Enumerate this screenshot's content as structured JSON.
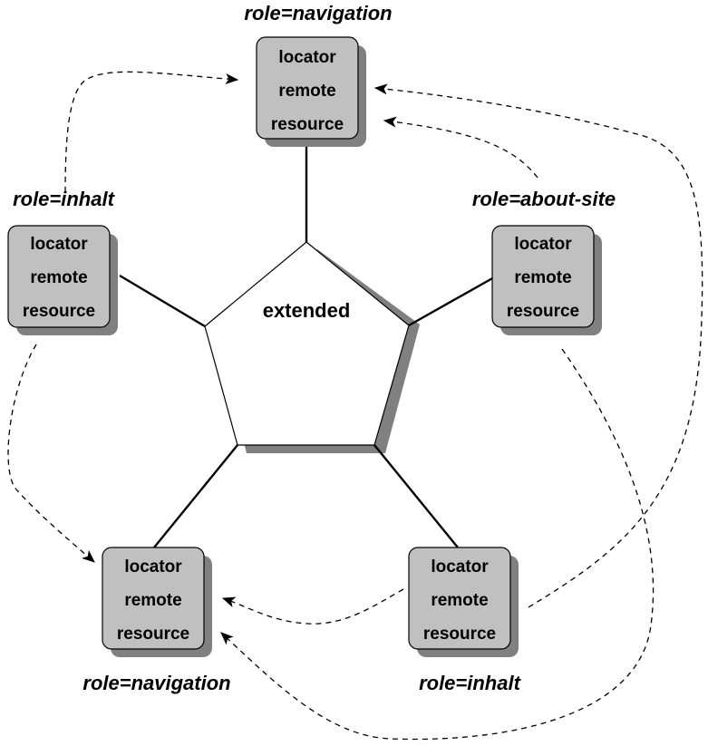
{
  "center": {
    "label": "extended"
  },
  "resources": [
    {
      "id": "top",
      "role": "role=navigation",
      "lines": [
        "locator",
        "remote",
        "resource"
      ]
    },
    {
      "id": "left",
      "role": "role=inhalt",
      "lines": [
        "locator",
        "remote",
        "resource"
      ]
    },
    {
      "id": "right",
      "role": "role=about-site",
      "lines": [
        "locator",
        "remote",
        "resource"
      ]
    },
    {
      "id": "bottom-left",
      "role": "role=navigation",
      "lines": [
        "locator",
        "remote",
        "resource"
      ]
    },
    {
      "id": "bottom-right",
      "role": "role=inhalt",
      "lines": [
        "locator",
        "remote",
        "resource"
      ]
    }
  ],
  "colors": {
    "box_fill": "#c0c0c0",
    "shadow": "#808080",
    "line": "#000000",
    "background": "#ffffff"
  }
}
